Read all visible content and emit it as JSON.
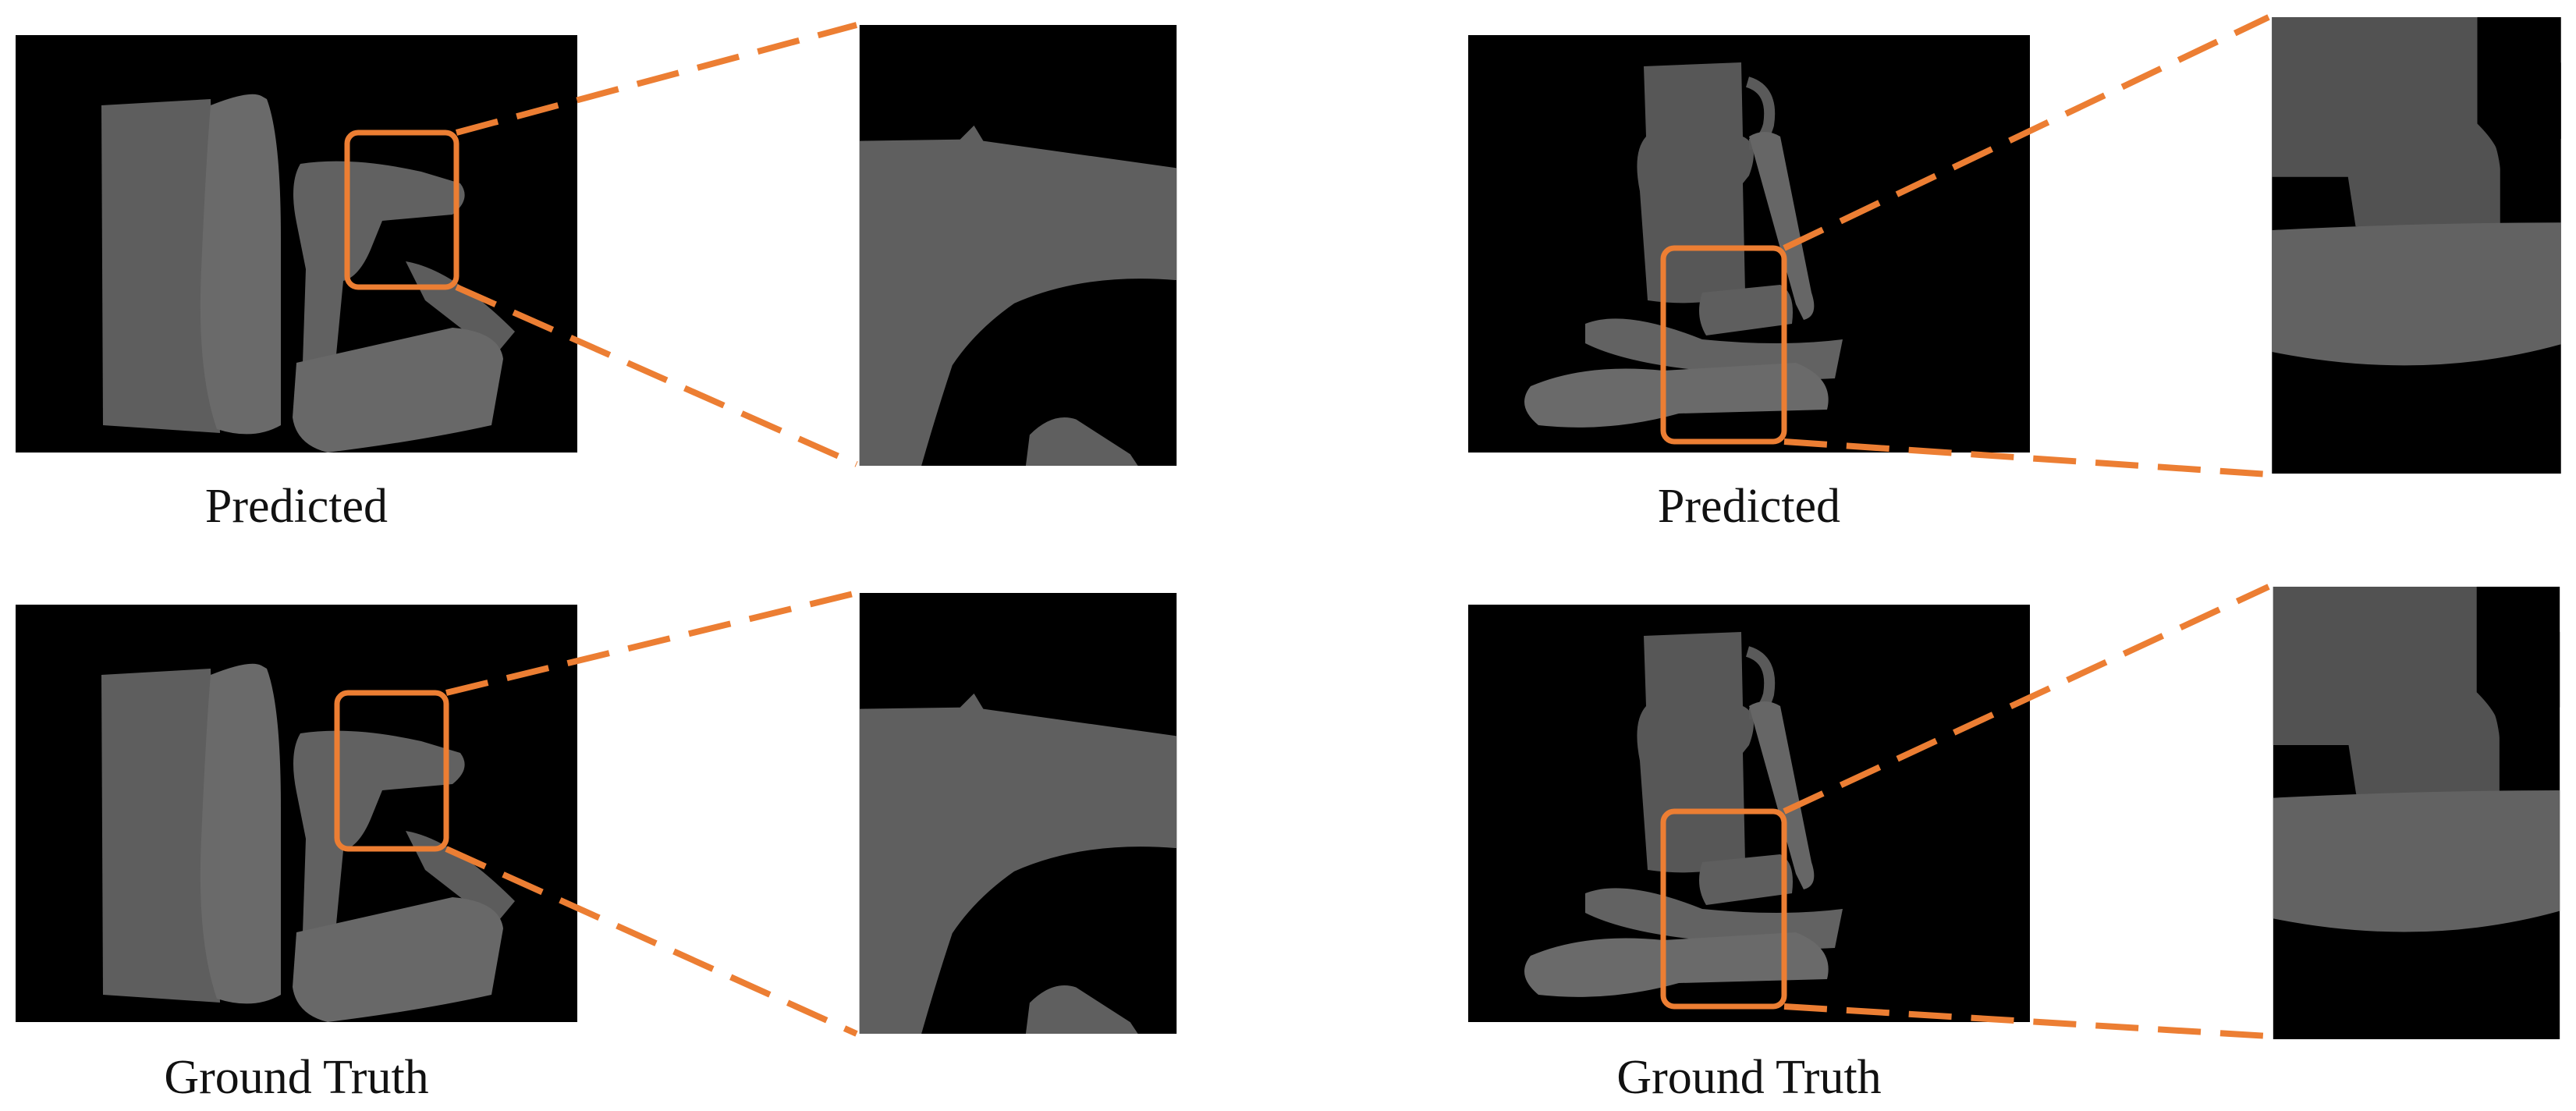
{
  "colors": {
    "background": "#000000",
    "object_dark": "#5a5a5a",
    "object_mid": "#616161",
    "object_light": "#6a6a6a",
    "highlight_orange": "#ec7e33"
  },
  "panels": [
    {
      "caption": "Predicted"
    },
    {
      "caption": "Ground Truth"
    },
    {
      "caption": "Predicted"
    },
    {
      "caption": "Ground Truth"
    }
  ]
}
